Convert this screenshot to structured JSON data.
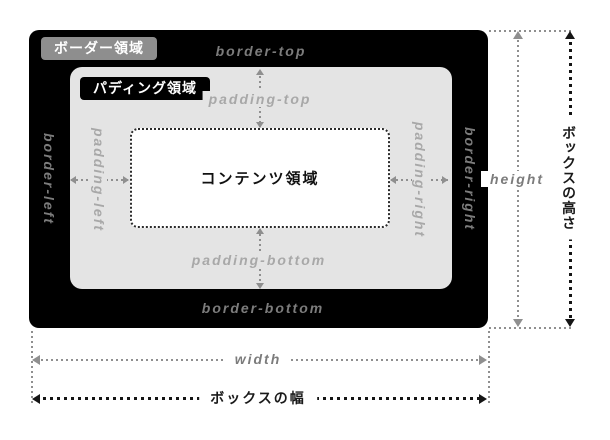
{
  "areas": {
    "border_label": "ボーダー領域",
    "padding_label": "パディング領域",
    "content_label": "コンテンツ領域"
  },
  "edge_labels": {
    "border_top": "border-top",
    "border_bottom": "border-bottom",
    "border_left": "border-left",
    "border_right": "border-right",
    "padding_top": "padding-top",
    "padding_bottom": "padding-bottom",
    "padding_left": "padding-left",
    "padding_right": "padding-right"
  },
  "dimensions": {
    "height_en": "height",
    "width_en": "width",
    "box_height_ja": "ボックスの高さ",
    "box_width_ja": "ボックスの幅"
  },
  "colors": {
    "border_area": "#000000",
    "padding_area": "#e4e4e4",
    "content_area": "#ffffff",
    "border_badge_bg": "#8e8e8e",
    "padding_badge_bg": "#000000",
    "label_gray_on_dark": "#7c7c7c",
    "label_gray_on_light": "#a8a8a8",
    "arrow_gray": "#8f8f8f",
    "arrow_black": "#151515"
  }
}
